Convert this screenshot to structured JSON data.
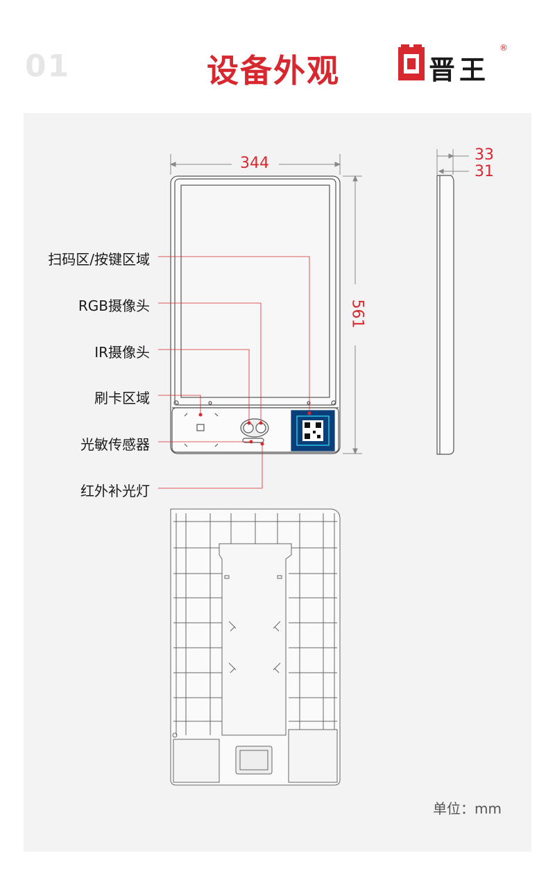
{
  "header": {
    "section_number": "01",
    "title": "设备外观",
    "brand_name": "晋王",
    "registered_mark": "®"
  },
  "dimensions": {
    "width": "344",
    "height": "561",
    "depth_outer": "33",
    "depth_inner": "31"
  },
  "callouts": [
    {
      "label": "扫码区/按键区域"
    },
    {
      "label": "RGB摄像头"
    },
    {
      "label": "IR摄像头"
    },
    {
      "label": "刷卡区域"
    },
    {
      "label": "光敏传感器"
    },
    {
      "label": "红外补光灯"
    }
  ],
  "footer": {
    "unit_label": "单位：mm"
  },
  "colors": {
    "accent": "#d7282f",
    "panel_bg": "#f3f3f3",
    "line": "#555555",
    "qr_blue": "#0a3f7a"
  }
}
